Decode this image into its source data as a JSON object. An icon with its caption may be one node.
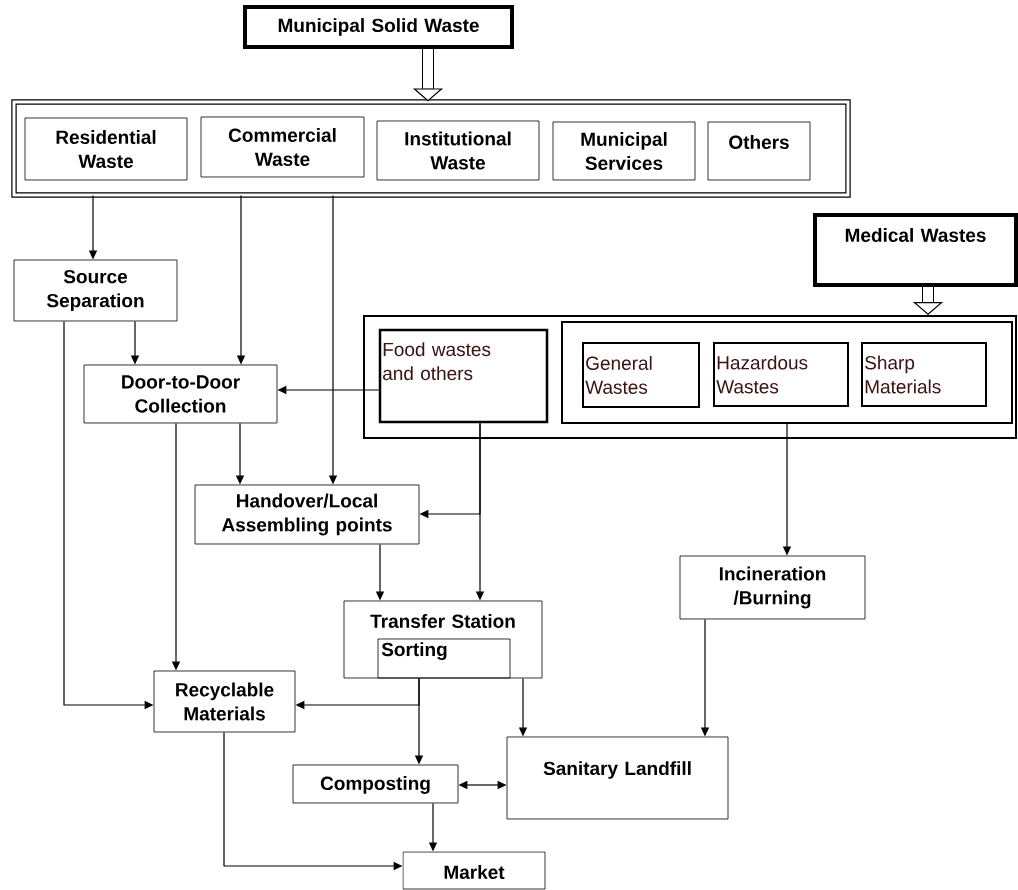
{
  "diagram": {
    "nodes": [
      {
        "text": [
          "Municipal Solid Waste"
        ]
      },
      {
        "text": [],
        "shape": "box"
      },
      {
        "text": [
          "Residential Waste"
        ],
        "in": 1
      },
      {
        "text": [
          "Commercial Waste"
        ],
        "in": 1
      },
      {
        "text": [
          "Institutional Waste"
        ],
        "in": 1
      },
      {
        "text": [
          "Municipal Services"
        ],
        "in": 1
      },
      {
        "text": [
          "Others"
        ],
        "in": 1
      },
      {
        "text": [
          "Medical Wastes"
        ]
      },
      {
        "text": [],
        "shape": "box"
      },
      {
        "text": [
          "Food wastes and others"
        ],
        "in": 8
      },
      {
        "text": [],
        "shape": "box",
        "in": 8
      },
      {
        "text": [
          "General Wastes"
        ],
        "in": 10
      },
      {
        "text": [
          "Hazardous Wastes"
        ],
        "in": 10
      },
      {
        "text": [
          "Sharp Materials"
        ],
        "in": 10
      },
      {
        "text": [
          "Source Separation"
        ]
      },
      {
        "text": [
          "Door-to-Door Collection"
        ]
      },
      {
        "text": [
          "Handover/Local Assembling points"
        ]
      },
      {
        "text": [
          "Incineration /Burning"
        ]
      },
      {
        "text": [
          "Transfer Station"
        ]
      },
      {
        "text": [
          "Sorting"
        ],
        "in": 18
      },
      {
        "text": [
          "Recyclable Materials"
        ]
      },
      {
        "text": [
          "Composting"
        ]
      },
      {
        "text": [
          "Sanitary Landfill"
        ]
      },
      {
        "text": [
          "Market"
        ]
      }
    ],
    "edges": [
      {
        "from": 0,
        "to": 1,
        "arrow": "to",
        "style": "thick"
      },
      {
        "from": 7,
        "to": 8,
        "arrow": "to",
        "style": "thick"
      },
      {
        "from": 1,
        "to": 14,
        "arrow": "to"
      },
      {
        "from": 1,
        "to": 15,
        "arrow": "to"
      },
      {
        "from": 1,
        "to": 16,
        "arrow": "to"
      },
      {
        "from": 14,
        "to": 15,
        "arrow": "to"
      },
      {
        "from": 14,
        "to": 20,
        "arrow": "to"
      },
      {
        "from": 9,
        "to": 15,
        "arrow": "to"
      },
      {
        "from": 9,
        "to": 16,
        "arrow": "to"
      },
      {
        "from": 9,
        "to": 18,
        "arrow": "to"
      },
      {
        "from": 15,
        "to": 16,
        "arrow": "to"
      },
      {
        "from": 15,
        "to": 20,
        "arrow": "to"
      },
      {
        "from": 10,
        "to": 17,
        "arrow": "to"
      },
      {
        "from": 16,
        "to": 18,
        "arrow": "to"
      },
      {
        "from": 18,
        "to": 20,
        "arrow": "to"
      },
      {
        "from": 18,
        "to": 21,
        "arrow": "to"
      },
      {
        "from": 18,
        "to": 22,
        "arrow": "to"
      },
      {
        "from": 17,
        "to": 22,
        "arrow": "to"
      },
      {
        "from": 21,
        "to": 22,
        "arrow": "both"
      },
      {
        "from": 21,
        "to": 23,
        "arrow": "to"
      },
      {
        "from": 20,
        "to": 23,
        "arrow": "to"
      }
    ]
  }
}
